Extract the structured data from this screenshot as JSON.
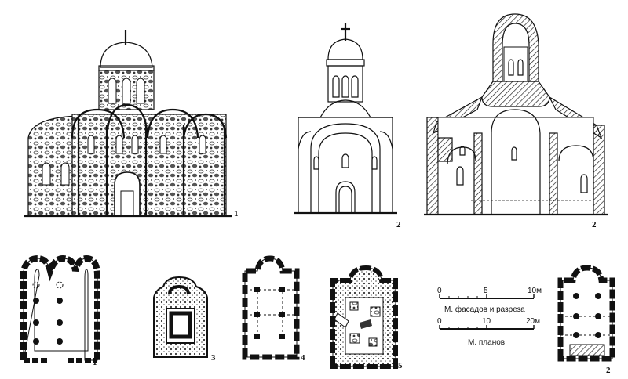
{
  "figure": {
    "labels": {
      "facade1": "1",
      "facade2": "2",
      "section2": "2",
      "plan1": "1",
      "plan3": "3",
      "plan4": "4",
      "plan5": "5",
      "plan2": "2"
    },
    "scales": {
      "facades": {
        "ticks": [
          "0",
          "5",
          "10м"
        ],
        "caption": "М. фасадов и разреза"
      },
      "plans": {
        "ticks": [
          "0",
          "10",
          "20м"
        ],
        "caption": "М. планов"
      }
    }
  }
}
